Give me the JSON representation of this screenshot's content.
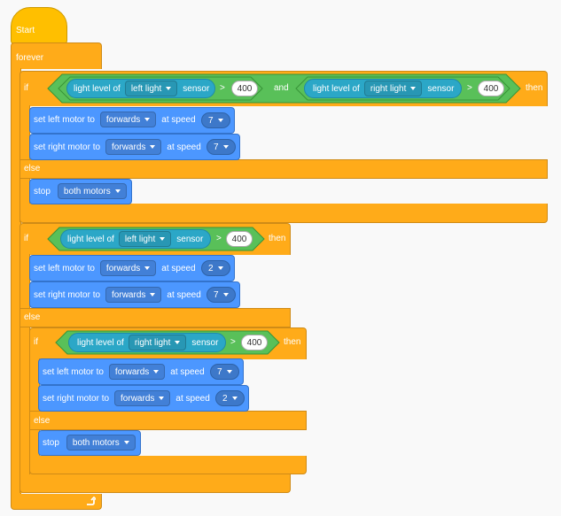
{
  "program": {
    "hat": {
      "label": "Start"
    },
    "forever": {
      "label": "forever",
      "loop_icon": "loop-arrow-icon"
    },
    "if1": {
      "if_label": "if",
      "then_label": "then",
      "and_label": "and",
      "else_label": "else",
      "left_cond": {
        "reporter_label": "light level of",
        "sensor": "left light",
        "suffix": "sensor",
        "op": ">",
        "value": "400"
      },
      "right_cond": {
        "reporter_label": "light level of",
        "sensor": "right light",
        "suffix": "sensor",
        "op": ">",
        "value": "400"
      },
      "then_blocks": [
        {
          "label": "set left motor to",
          "direction": "forwards",
          "speed_label": "at speed",
          "speed": "7"
        },
        {
          "label": "set right motor to",
          "direction": "forwards",
          "speed_label": "at speed",
          "speed": "7"
        }
      ],
      "else_block": {
        "label": "stop",
        "motors": "both motors"
      }
    },
    "if2": {
      "if_label": "if",
      "then_label": "then",
      "else_label": "else",
      "cond": {
        "reporter_label": "light level of",
        "sensor": "left light",
        "suffix": "sensor",
        "op": ">",
        "value": "400"
      },
      "then_blocks": [
        {
          "label": "set left motor to",
          "direction": "forwards",
          "speed_label": "at speed",
          "speed": "2"
        },
        {
          "label": "set right motor to",
          "direction": "forwards",
          "speed_label": "at speed",
          "speed": "7"
        }
      ],
      "nested_if": {
        "if_label": "if",
        "then_label": "then",
        "else_label": "else",
        "cond": {
          "reporter_label": "light level of",
          "sensor": "right light",
          "suffix": "sensor",
          "op": ">",
          "value": "400"
        },
        "then_blocks": [
          {
            "label": "set left motor to",
            "direction": "forwards",
            "speed_label": "at speed",
            "speed": "7"
          },
          {
            "label": "set right motor to",
            "direction": "forwards",
            "speed_label": "at speed",
            "speed": "2"
          }
        ],
        "else_block": {
          "label": "stop",
          "motors": "both motors"
        }
      }
    }
  },
  "colors": {
    "events": "#ffbf00",
    "control": "#ffab19",
    "operator": "#59c059",
    "sensor": "#2ba7c7",
    "motor": "#4c97ff",
    "background": "#f9f9f9"
  }
}
